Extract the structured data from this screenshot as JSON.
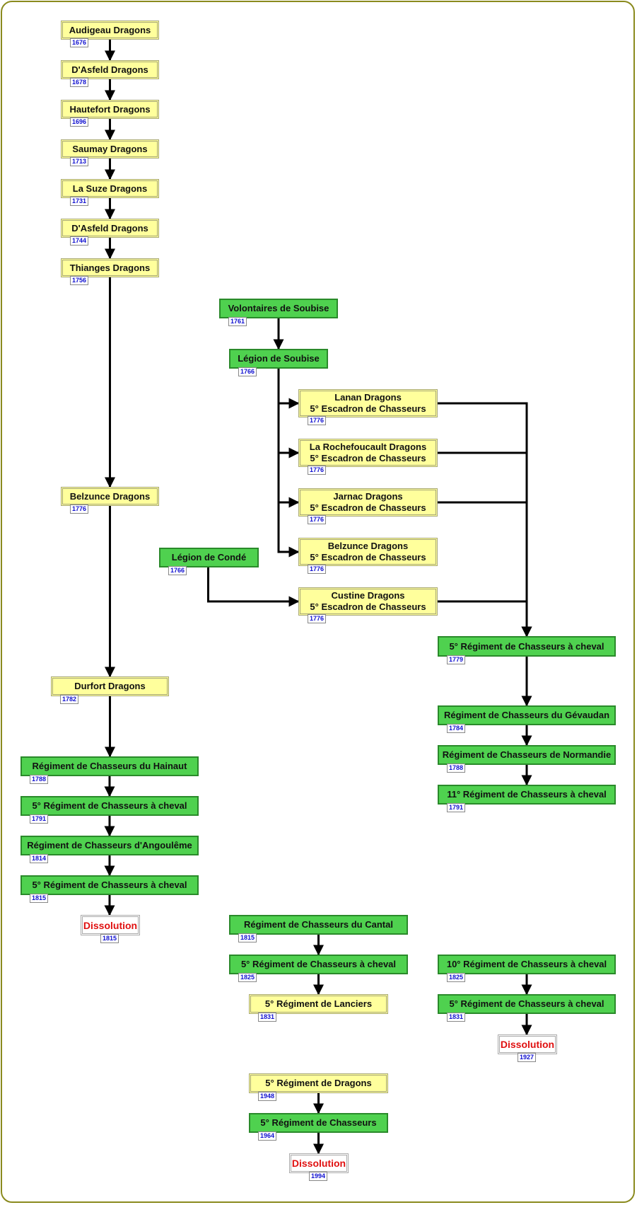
{
  "colors": {
    "yellow": "#ffff9c",
    "green": "#4fd14f",
    "dissolution_text": "#e01010",
    "year_text": "#1010d0",
    "frame": "#8a8a1e"
  },
  "nodes": [
    {
      "id": "audigeau",
      "l1": "Audigeau Dragons",
      "year": "1676",
      "style": "yellow"
    },
    {
      "id": "dasfeld1",
      "l1": "D'Asfeld Dragons",
      "year": "1678",
      "style": "yellow"
    },
    {
      "id": "hautefort",
      "l1": "Hautefort Dragons",
      "year": "1696",
      "style": "yellow"
    },
    {
      "id": "saumay",
      "l1": "Saumay Dragons",
      "year": "1713",
      "style": "yellow"
    },
    {
      "id": "lasuze",
      "l1": "La Suze Dragons",
      "year": "1731",
      "style": "yellow"
    },
    {
      "id": "dasfeld2",
      "l1": "D'Asfeld Dragons",
      "year": "1744",
      "style": "yellow"
    },
    {
      "id": "thianges",
      "l1": "Thianges Dragons",
      "year": "1756",
      "style": "yellow"
    },
    {
      "id": "volsoubise",
      "l1": "Volontaires de Soubise",
      "year": "1761",
      "style": "green"
    },
    {
      "id": "legsoubise",
      "l1": "Légion de Soubise",
      "year": "1766",
      "style": "green"
    },
    {
      "id": "lanan",
      "l1": "Lanan Dragons",
      "l2": "5° Escadron de Chasseurs",
      "year": "1776",
      "style": "yellow"
    },
    {
      "id": "rochefoucault",
      "l1": "La Rochefoucault Dragons",
      "l2": "5° Escadron de Chasseurs",
      "year": "1776",
      "style": "yellow"
    },
    {
      "id": "jarnac",
      "l1": "Jarnac Dragons",
      "l2": "5° Escadron de Chasseurs",
      "year": "1776",
      "style": "yellow"
    },
    {
      "id": "belzunce2",
      "l1": "Belzunce Dragons",
      "l2": "5° Escadron de Chasseurs",
      "year": "1776",
      "style": "yellow"
    },
    {
      "id": "belzunce1",
      "l1": "Belzunce Dragons",
      "year": "1776",
      "style": "yellow"
    },
    {
      "id": "legconde",
      "l1": "Légion de Condé",
      "year": "1766",
      "style": "green"
    },
    {
      "id": "custine",
      "l1": "Custine Dragons",
      "l2": "5° Escadron de Chasseurs",
      "year": "1776",
      "style": "yellow"
    },
    {
      "id": "rcc1779",
      "l1": "5° Régiment de Chasseurs à cheval",
      "year": "1779",
      "style": "green"
    },
    {
      "id": "durfort",
      "l1": "Durfort Dragons",
      "year": "1782",
      "style": "yellow"
    },
    {
      "id": "gevaudan",
      "l1": "Régiment de Chasseurs du Gévaudan",
      "year": "1784",
      "style": "green"
    },
    {
      "id": "hainaut",
      "l1": "Régiment de Chasseurs du Hainaut",
      "year": "1788",
      "style": "green"
    },
    {
      "id": "normandie",
      "l1": "Régiment de Chasseurs de Normandie",
      "year": "1788",
      "style": "green"
    },
    {
      "id": "rcc11",
      "l1": "11° Régiment de Chasseurs à cheval",
      "year": "1791",
      "style": "green"
    },
    {
      "id": "rcc1791",
      "l1": "5° Régiment de Chasseurs à cheval",
      "year": "1791",
      "style": "green"
    },
    {
      "id": "angouleme",
      "l1": "Régiment de Chasseurs d'Angoulême",
      "year": "1814",
      "style": "green"
    },
    {
      "id": "rcc1815",
      "l1": "5° Régiment de Chasseurs à cheval",
      "year": "1815",
      "style": "green"
    },
    {
      "id": "diss1815",
      "l1": "Dissolution",
      "year": "1815",
      "style": "white"
    },
    {
      "id": "cantal",
      "l1": "Régiment de Chasseurs du Cantal",
      "year": "1815",
      "style": "green"
    },
    {
      "id": "rcc1825",
      "l1": "5° Régiment de Chasseurs à cheval",
      "year": "1825",
      "style": "green"
    },
    {
      "id": "rcc10",
      "l1": "10° Régiment de Chasseurs à cheval",
      "year": "1825",
      "style": "green"
    },
    {
      "id": "lanciers",
      "l1": "5° Régiment de Lanciers",
      "year": "1831",
      "style": "yellow"
    },
    {
      "id": "rcc1831",
      "l1": "5° Régiment de Chasseurs à cheval",
      "year": "1831",
      "style": "green"
    },
    {
      "id": "diss1927",
      "l1": "Dissolution",
      "year": "1927",
      "style": "white"
    },
    {
      "id": "dragons1948",
      "l1": "5° Régiment de Dragons",
      "year": "1948",
      "style": "yellow"
    },
    {
      "id": "chasseurs1964",
      "l1": "5° Régiment de Chasseurs",
      "year": "1964",
      "style": "green"
    },
    {
      "id": "diss1994",
      "l1": "Dissolution",
      "year": "1994",
      "style": "white"
    }
  ],
  "edges": [
    [
      "audigeau",
      "dasfeld1"
    ],
    [
      "dasfeld1",
      "hautefort"
    ],
    [
      "hautefort",
      "saumay"
    ],
    [
      "saumay",
      "lasuze"
    ],
    [
      "lasuze",
      "dasfeld2"
    ],
    [
      "dasfeld2",
      "thianges"
    ],
    [
      "thianges",
      "belzunce1"
    ],
    [
      "belzunce1",
      "durfort"
    ],
    [
      "durfort",
      "hainaut"
    ],
    [
      "hainaut",
      "rcc1791"
    ],
    [
      "rcc1791",
      "angouleme"
    ],
    [
      "angouleme",
      "rcc1815"
    ],
    [
      "rcc1815",
      "diss1815"
    ],
    [
      "volsoubise",
      "legsoubise"
    ],
    [
      "legsoubise",
      "lanan"
    ],
    [
      "legsoubise",
      "rochefoucault"
    ],
    [
      "legsoubise",
      "jarnac"
    ],
    [
      "legsoubise",
      "belzunce2"
    ],
    [
      "legconde",
      "custine"
    ],
    [
      "lanan",
      "rcc1779"
    ],
    [
      "rochefoucault",
      "rcc1779"
    ],
    [
      "jarnac",
      "rcc1779"
    ],
    [
      "custine",
      "rcc1779"
    ],
    [
      "rcc1779",
      "gevaudan"
    ],
    [
      "gevaudan",
      "normandie"
    ],
    [
      "normandie",
      "rcc11"
    ],
    [
      "cantal",
      "rcc1825"
    ],
    [
      "rcc1825",
      "lanciers"
    ],
    [
      "rcc10",
      "rcc1831"
    ],
    [
      "rcc1831",
      "diss1927"
    ],
    [
      "dragons1948",
      "chasseurs1964"
    ],
    [
      "chasseurs1964",
      "diss1994"
    ]
  ]
}
